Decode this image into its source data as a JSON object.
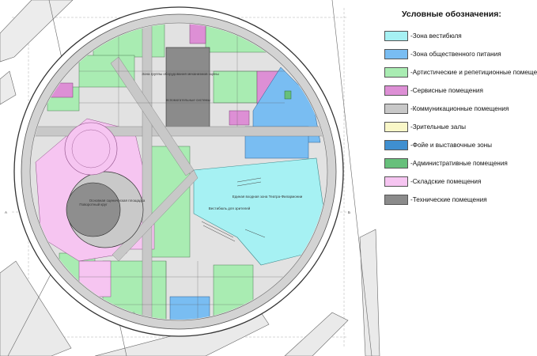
{
  "legend": {
    "title": "Условные обозначения:",
    "items": [
      {
        "label": "-Зона вестибюля",
        "color": "#a6f1f3"
      },
      {
        "label": "-Зона общественного питания",
        "color": "#79bdf2"
      },
      {
        "label": "-Артистические и репетиционные помещения",
        "color": "#a9ecb2"
      },
      {
        "label": "-Сервисные помещения",
        "color": "#dd8fd5"
      },
      {
        "label": "-Коммуникационные помещения",
        "color": "#c8c8c8"
      },
      {
        "label": "-Зрительные залы",
        "color": "#f9f7c8"
      },
      {
        "label": "-Фойе и выставочные зоны",
        "color": "#3f8fd0"
      },
      {
        "label": "-Административные помещения",
        "color": "#67c07b"
      },
      {
        "label": "-Складские помещения",
        "color": "#f6c5f1"
      },
      {
        "label": "-Технические помещения",
        "color": "#8b8b8b"
      }
    ]
  },
  "plan": {
    "labels": {
      "upper": "Зона группы оборудования механизмов сцены",
      "upper2": "вспомогательные системы",
      "stage": "Поворотный круг",
      "stage2": "Основная сценическая площадка",
      "lobby": "Единая входная зона Театра-Филармонии",
      "lobby2": "Вестибюль для зрителей",
      "axis_a": "А",
      "axis_b": "Б"
    }
  }
}
